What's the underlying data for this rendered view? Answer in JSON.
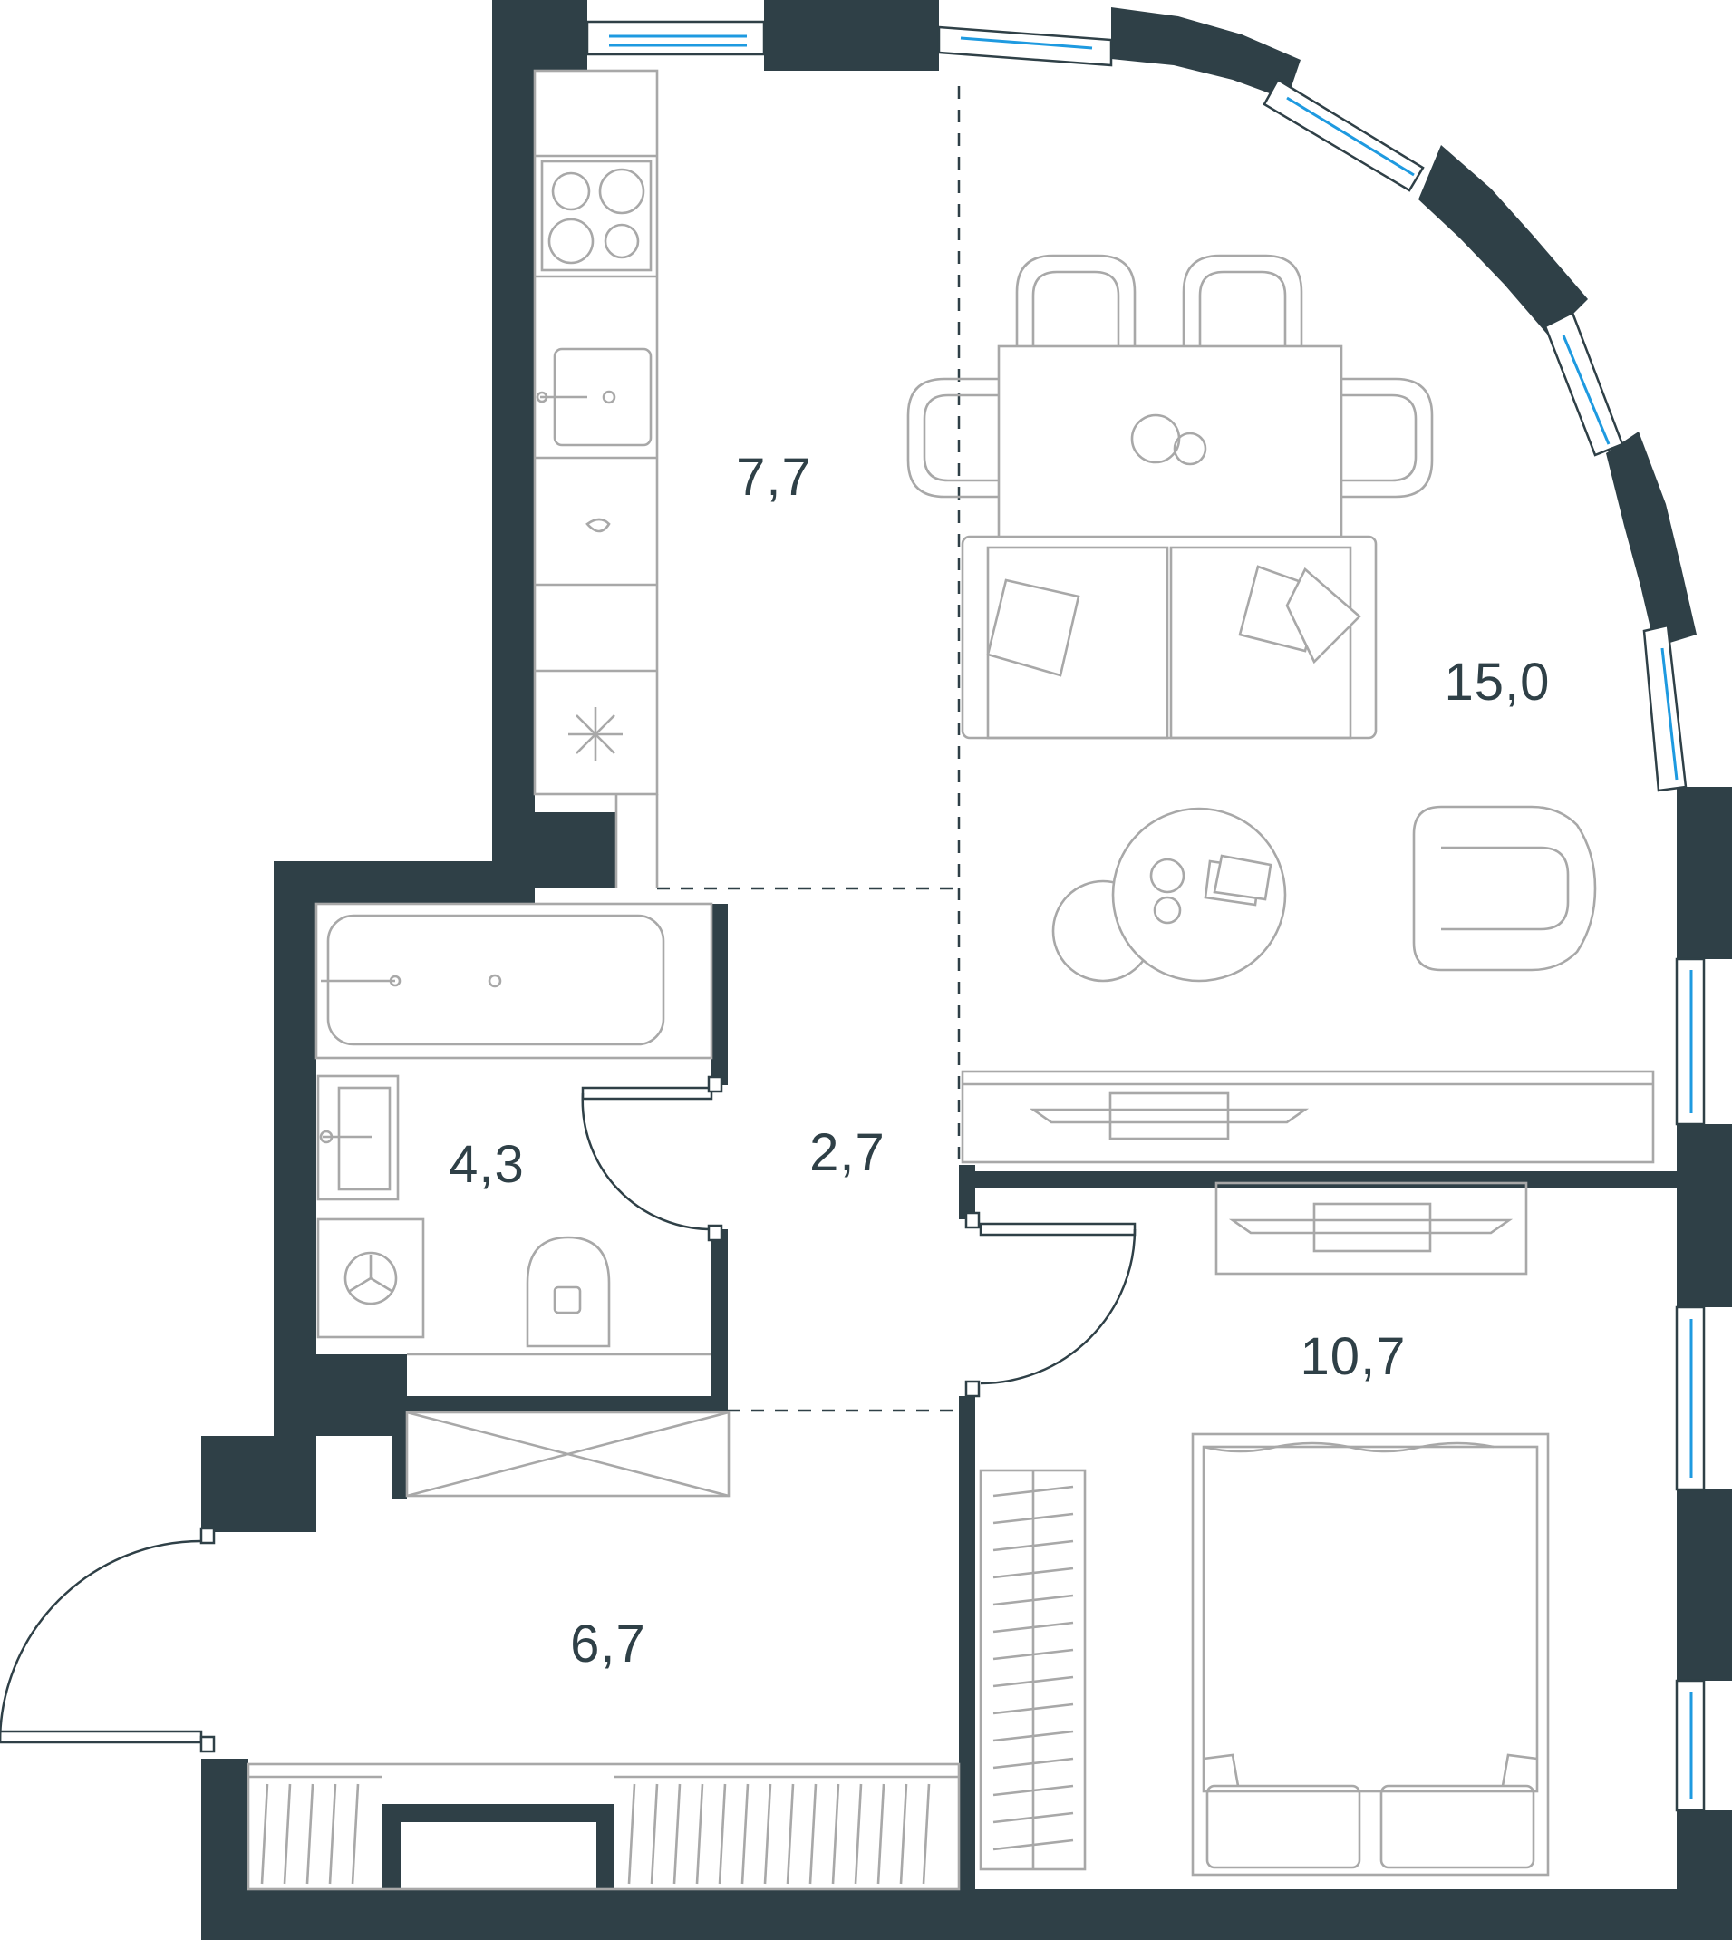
{
  "colors": {
    "wall": "#2f4047",
    "window_glass": "#1e9ae0",
    "furniture": "#a8a8a8",
    "background": "#ffffff"
  },
  "rooms": [
    {
      "id": "kitchen",
      "area": "7,7"
    },
    {
      "id": "living-room",
      "area": "15,0"
    },
    {
      "id": "bathroom",
      "area": "4,3"
    },
    {
      "id": "corridor",
      "area": "2,7"
    },
    {
      "id": "bedroom",
      "area": "10,7"
    },
    {
      "id": "entrance-hall",
      "area": "6,7"
    }
  ]
}
